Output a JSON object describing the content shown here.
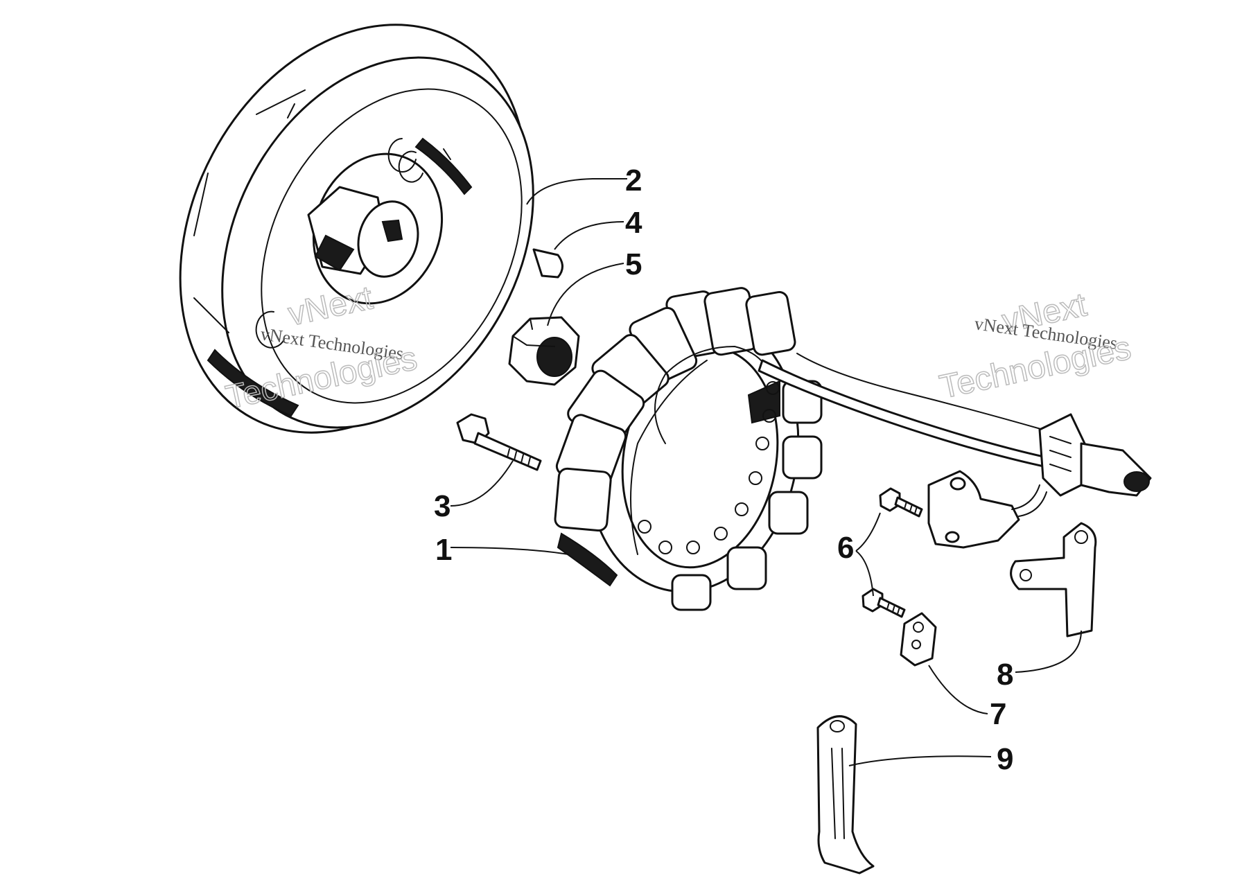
{
  "callouts": {
    "c1": "1",
    "c2": "2",
    "c3": "3",
    "c4": "4",
    "c5": "5",
    "c6": "6",
    "c7": "7",
    "c8": "8",
    "c9": "9"
  },
  "watermark": {
    "line1": "vNext",
    "line2": "vNext Technologies",
    "line3": "Technologies"
  },
  "colors": {
    "ink": "#111111",
    "watermark": "#bbbbbb"
  }
}
